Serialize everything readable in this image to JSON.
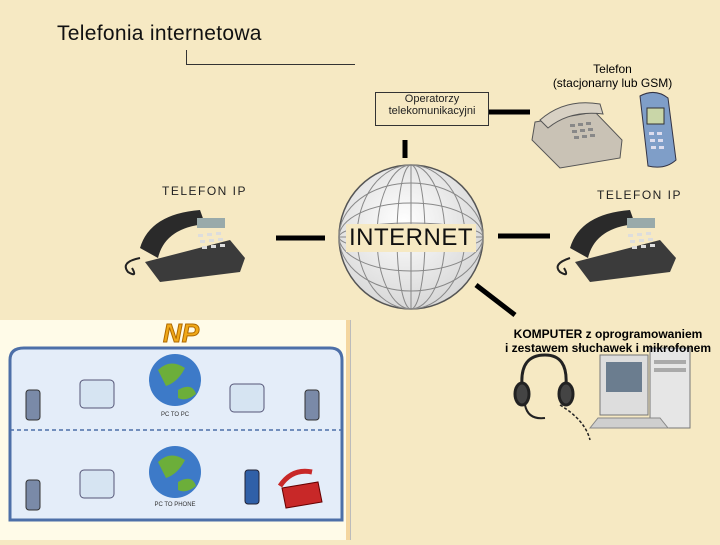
{
  "title": "Telefonia internetowa",
  "operators": [
    "Operatorzy",
    "telekomunikacyjni"
  ],
  "phone_label": [
    "Telefon",
    "(stacjonarny lub GSM)"
  ],
  "ip_phone_left": "TELEFON IP",
  "ip_phone_right": "TELEFON IP",
  "internet": "INTERNET",
  "computer_label": [
    "KOMPUTER z oprogramowaniem",
    "i zestawem słuchawek i mikrofonem"
  ],
  "np_panel": {
    "logo": "NP",
    "caption_top": "PC TO PC",
    "caption_bottom": "PC TO PHONE"
  }
}
